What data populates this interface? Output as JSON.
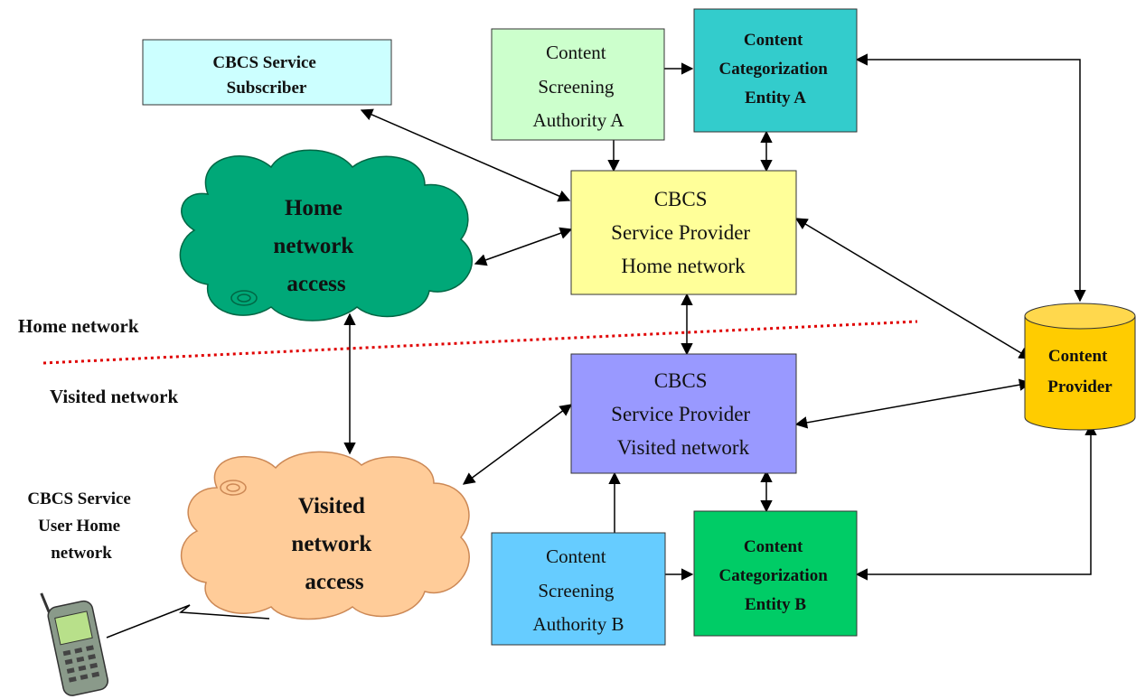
{
  "boxes": {
    "subscriber": {
      "lines": [
        "CBCS Service",
        "Subscriber"
      ],
      "fill": "#ccffff"
    },
    "csa_a": {
      "lines": [
        "Content",
        "Screening",
        "Authority A"
      ],
      "fill": "#ccffcc"
    },
    "cce_a": {
      "lines": [
        "Content",
        "Categorization",
        "Entity A"
      ],
      "fill": "#33cccc"
    },
    "sp_home": {
      "lines": [
        "CBCS",
        "Service Provider",
        "Home network"
      ],
      "fill": "#ffff99"
    },
    "sp_visited": {
      "lines": [
        "CBCS",
        "Service Provider",
        "Visited network"
      ],
      "fill": "#9999ff"
    },
    "csa_b": {
      "lines": [
        "Content",
        "Screening",
        "Authority B"
      ],
      "fill": "#66ccff"
    },
    "cce_b": {
      "lines": [
        "Content",
        "Categorization",
        "Entity B"
      ],
      "fill": "#00cc66"
    },
    "content_provider": {
      "lines": [
        "Content",
        "Provider"
      ],
      "fill": "#ffcc00"
    }
  },
  "clouds": {
    "home": {
      "lines": [
        "Home",
        "network",
        "access"
      ],
      "fill": "#00a878"
    },
    "visited": {
      "lines": [
        "Visited",
        "network",
        "access"
      ],
      "fill": "#ffcc99"
    }
  },
  "labels": {
    "home_network": "Home network",
    "visited_network": "Visited network",
    "user_home": [
      "CBCS Service",
      "User Home",
      "network"
    ]
  },
  "colors": {
    "divider": "#e00000",
    "arrow": "#000000"
  }
}
